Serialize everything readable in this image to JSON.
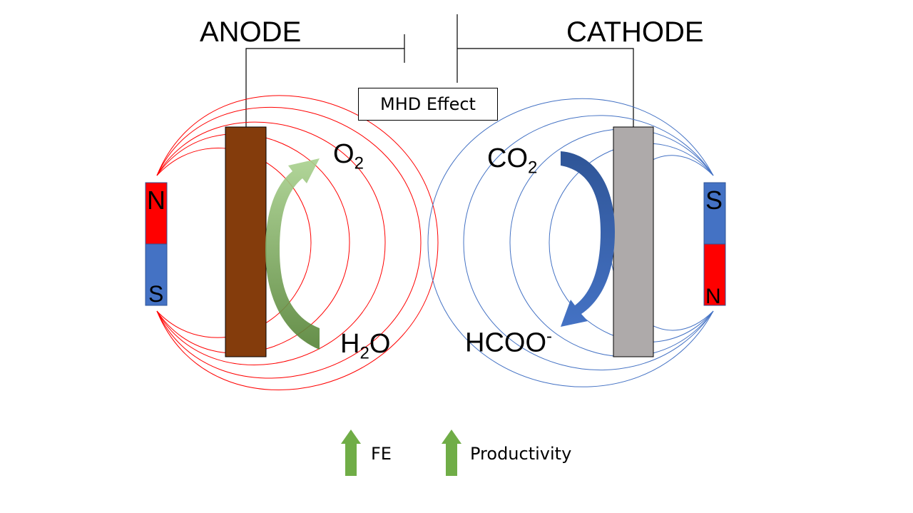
{
  "labels": {
    "anode": "ANODE",
    "cathode": "CATHODE",
    "mhd": "MHD Effect"
  },
  "species": {
    "o2_main": "O",
    "o2_sub": "2",
    "h2o_h": "H",
    "h2o_sub": "2",
    "h2o_o": "O",
    "co2_main": "CO",
    "co2_sub": "2",
    "hcoo_main": "HCOO",
    "hcoo_sup": "-"
  },
  "magnets": {
    "left": {
      "top": "N",
      "bottom": "S"
    },
    "right": {
      "top": "S",
      "bottom": "N"
    }
  },
  "legend": {
    "fe": "FE",
    "productivity": "Productivity"
  },
  "colors": {
    "anode_electrode": "#843c0c",
    "cathode_electrode": "#aeaaaa",
    "field_left": "#ff0000",
    "field_right": "#4472c4",
    "magnet_red": "#ff0000",
    "magnet_blue": "#4472c4",
    "arrow_green": "#70ad47",
    "arrow_blue": "#2f5597"
  }
}
